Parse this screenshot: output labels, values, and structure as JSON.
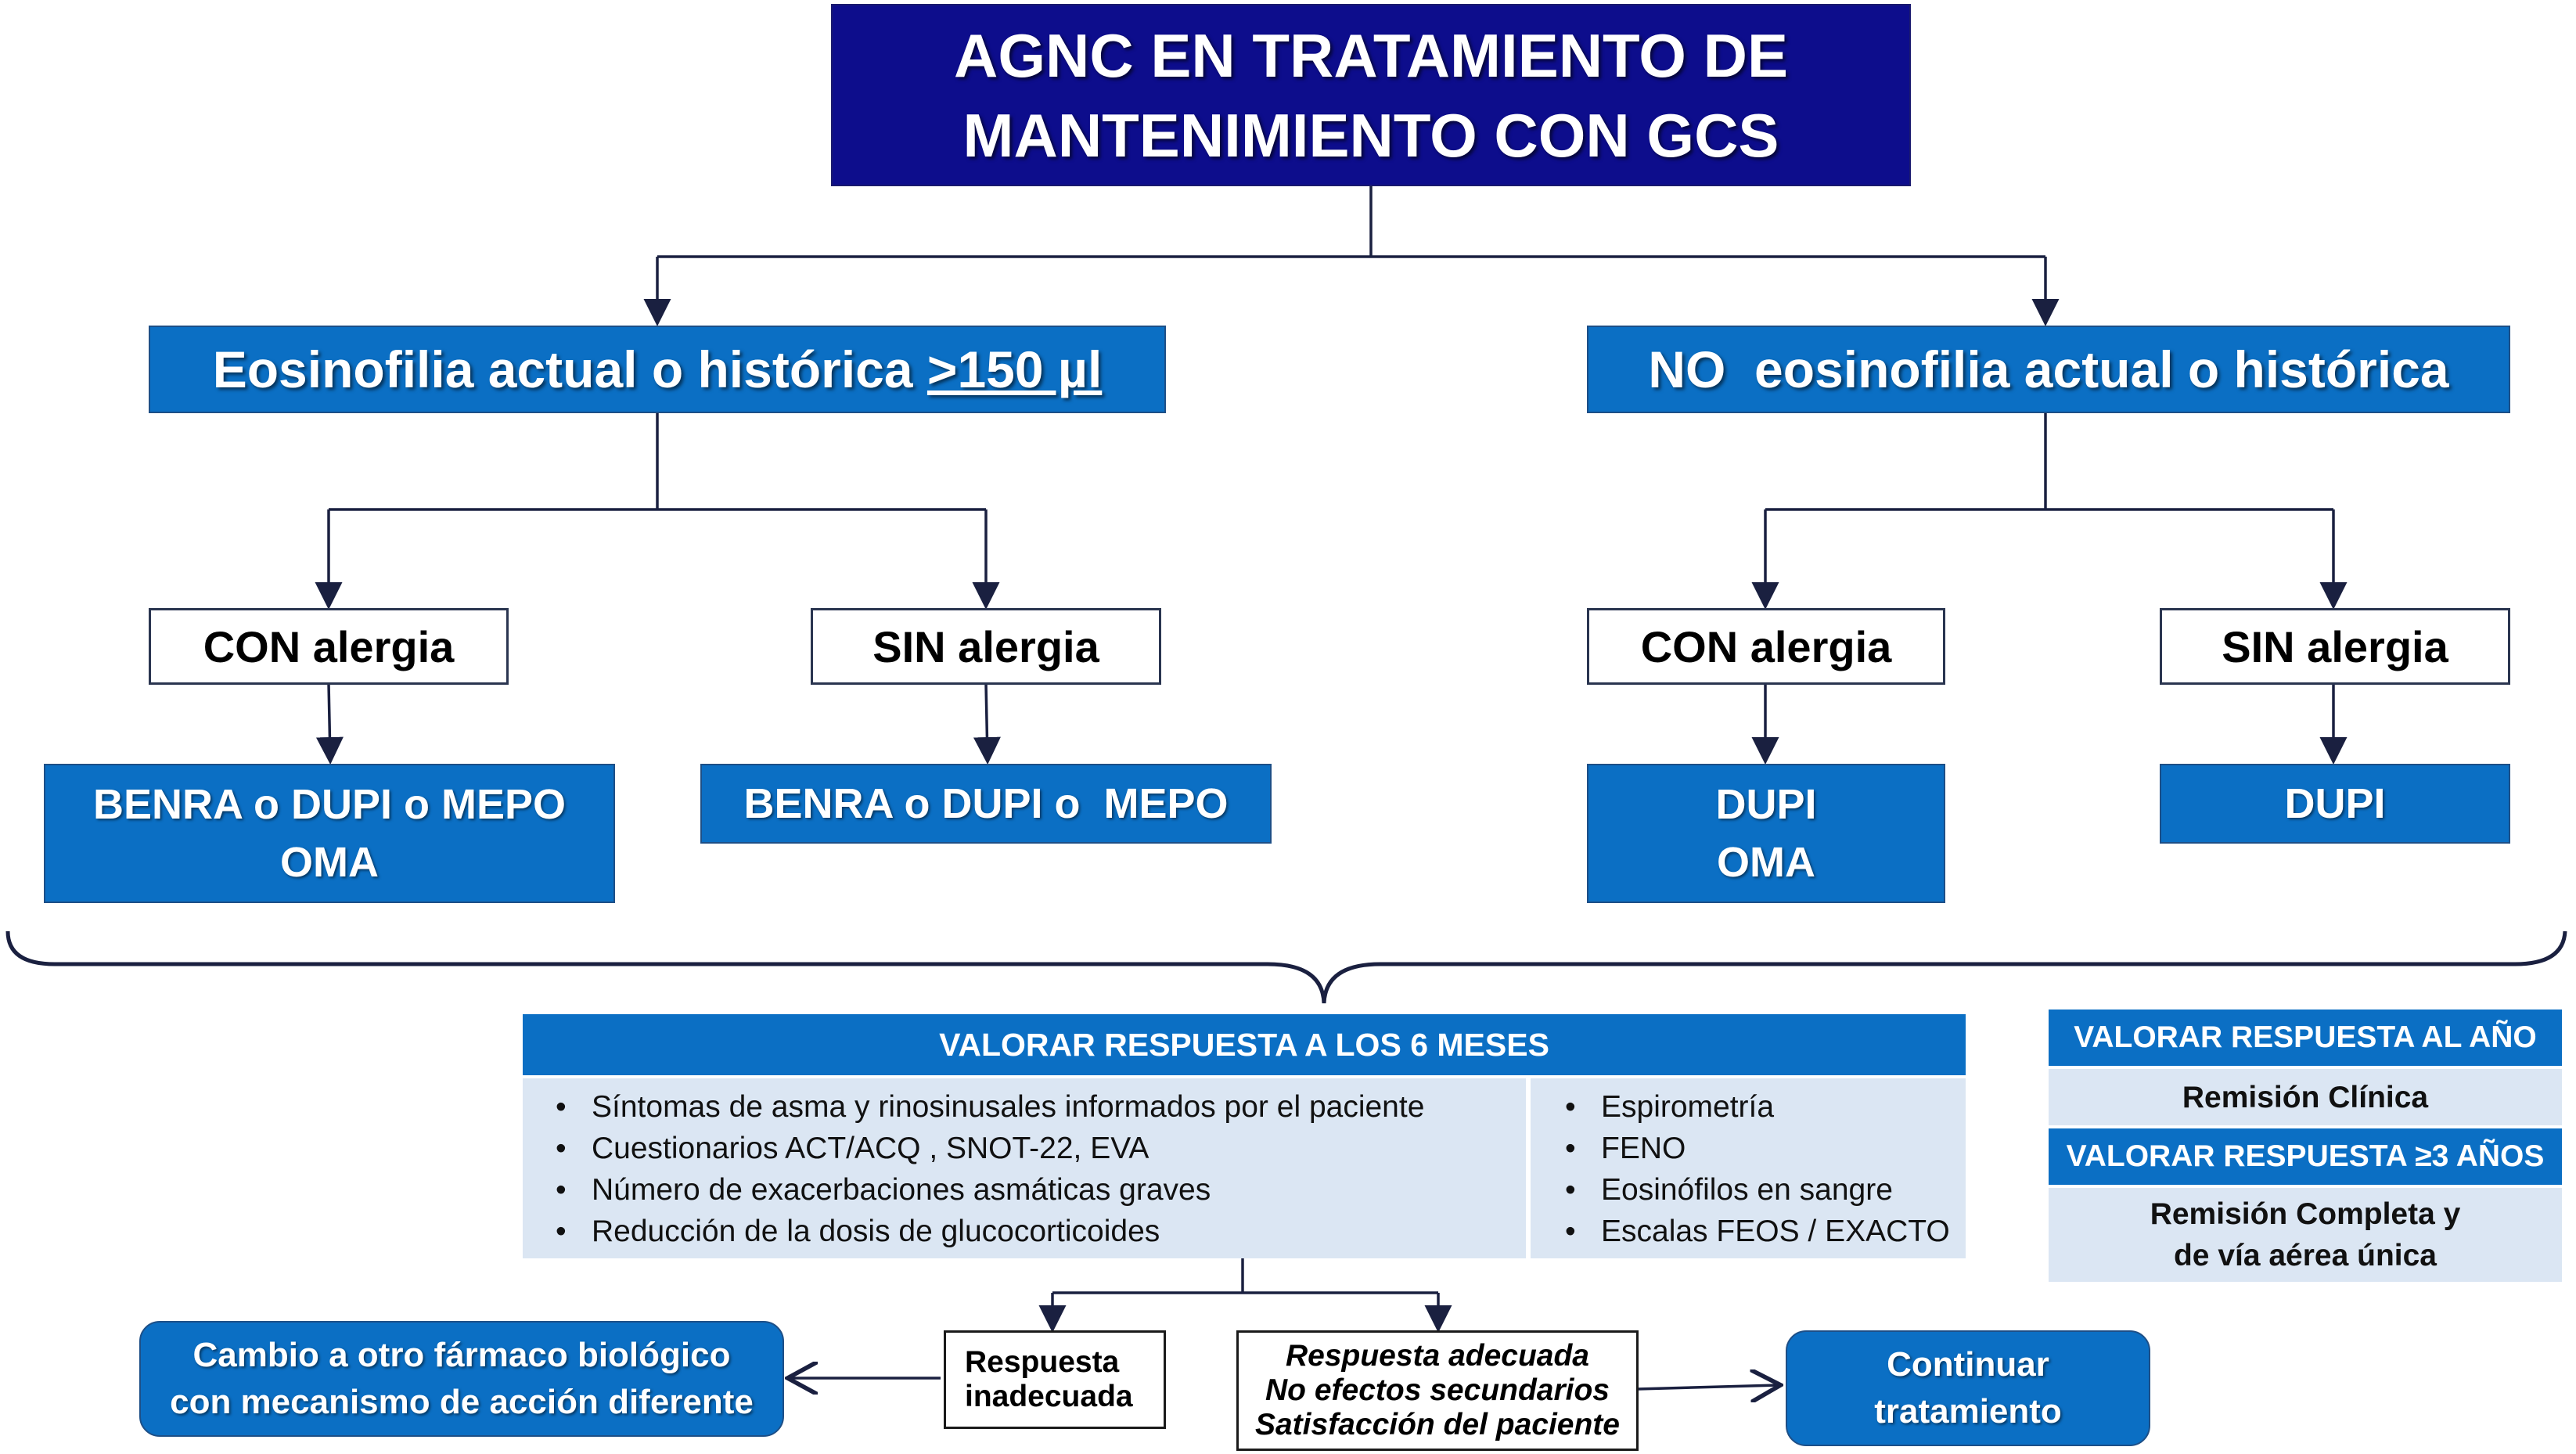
{
  "title": {
    "line1": "AGNC EN TRATAMIENTO DE",
    "line2": "MANTENIMIENTO CON GCS"
  },
  "branch_left": {
    "prefix": "Eosinofilia actual o histórica ",
    "threshold": ">150 µl"
  },
  "branch_right": {
    "label": "NO  eosinofilia actual o histórica"
  },
  "allergy_nodes": {
    "left_con": "CON alergia",
    "left_sin": "SIN alergia",
    "right_con": "CON alergia",
    "right_sin": "SIN alergia"
  },
  "treatments": {
    "left_con_line1": "BENRA o DUPI o MEPO",
    "left_con_line2": "OMA",
    "left_sin": "BENRA o DUPI o  MEPO",
    "right_con_line1": "DUPI",
    "right_con_line2": "OMA",
    "right_sin": "DUPI"
  },
  "assessment_6m": {
    "header": "VALORAR RESPUESTA A LOS 6 MESES",
    "left_items": [
      "Síntomas de asma y rinosinusales informados por el paciente",
      "Cuestionarios ACT/ACQ , SNOT-22, EVA",
      "Número de exacerbaciones asmáticas graves",
      "Reducción de la dosis de glucocorticoides"
    ],
    "right_items": [
      "Espirometría",
      "FENO",
      "Eosinófilos en sangre",
      "Escalas FEOS / EXACTO"
    ]
  },
  "assessment_1y": {
    "header": "VALORAR RESPUESTA AL AÑO",
    "value": "Remisión Clínica"
  },
  "assessment_3y": {
    "header": "VALORAR RESPUESTA ≥3 AÑOS",
    "value_line1": "Remisión Completa y",
    "value_line2": "de vía aérea única"
  },
  "outcomes": {
    "inadequate_line1": "Respuesta",
    "inadequate_line2": "inadecuada",
    "adequate_line1": "Respuesta adecuada",
    "adequate_line2": "No efectos secundarios",
    "adequate_line3": "Satisfacción del paciente"
  },
  "actions": {
    "switch_line1": "Cambio a otro fármaco biológico",
    "switch_line2": "con mecanismo de acción diferente",
    "continue_line1": "Continuar",
    "continue_line2": "tratamiento"
  },
  "colors": {
    "title_bg": "#0d0d8c",
    "box_blue": "#0b6fc4",
    "panel_pale": "#dbe6f3",
    "line": "#1a2040"
  }
}
